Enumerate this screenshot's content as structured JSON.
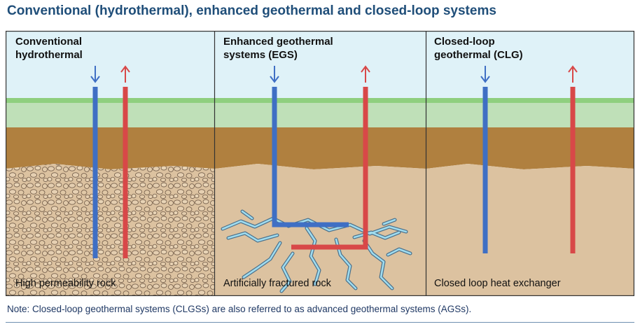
{
  "title": "Conventional (hydrothermal), enhanced geothermal and closed-loop systems",
  "panels": [
    {
      "title_lines": [
        "Conventional",
        "hydrothermal"
      ],
      "caption": "High permeability rock"
    },
    {
      "title_lines": [
        "Enhanced geothermal",
        "systems (EGS)"
      ],
      "caption": "Artificially fractured rock"
    },
    {
      "title_lines": [
        "Closed-loop",
        "geothermal (CLG)"
      ],
      "caption": "Closed loop heat exchanger"
    }
  ],
  "note": "Note: Closed-loop geothermal systems (CLGSs) are also referred to as advanced geothermal systems (AGSs).",
  "colors": {
    "sky": "#dff2f8",
    "grass": "#8fcf7f",
    "groundwater": "#bfe0b8",
    "clay": "#b0803f",
    "rock": "#dcc2a0",
    "injection": "#3f6fc4",
    "production": "#d84848",
    "fracture": "#9fdcef",
    "title": "#1f4e79"
  }
}
